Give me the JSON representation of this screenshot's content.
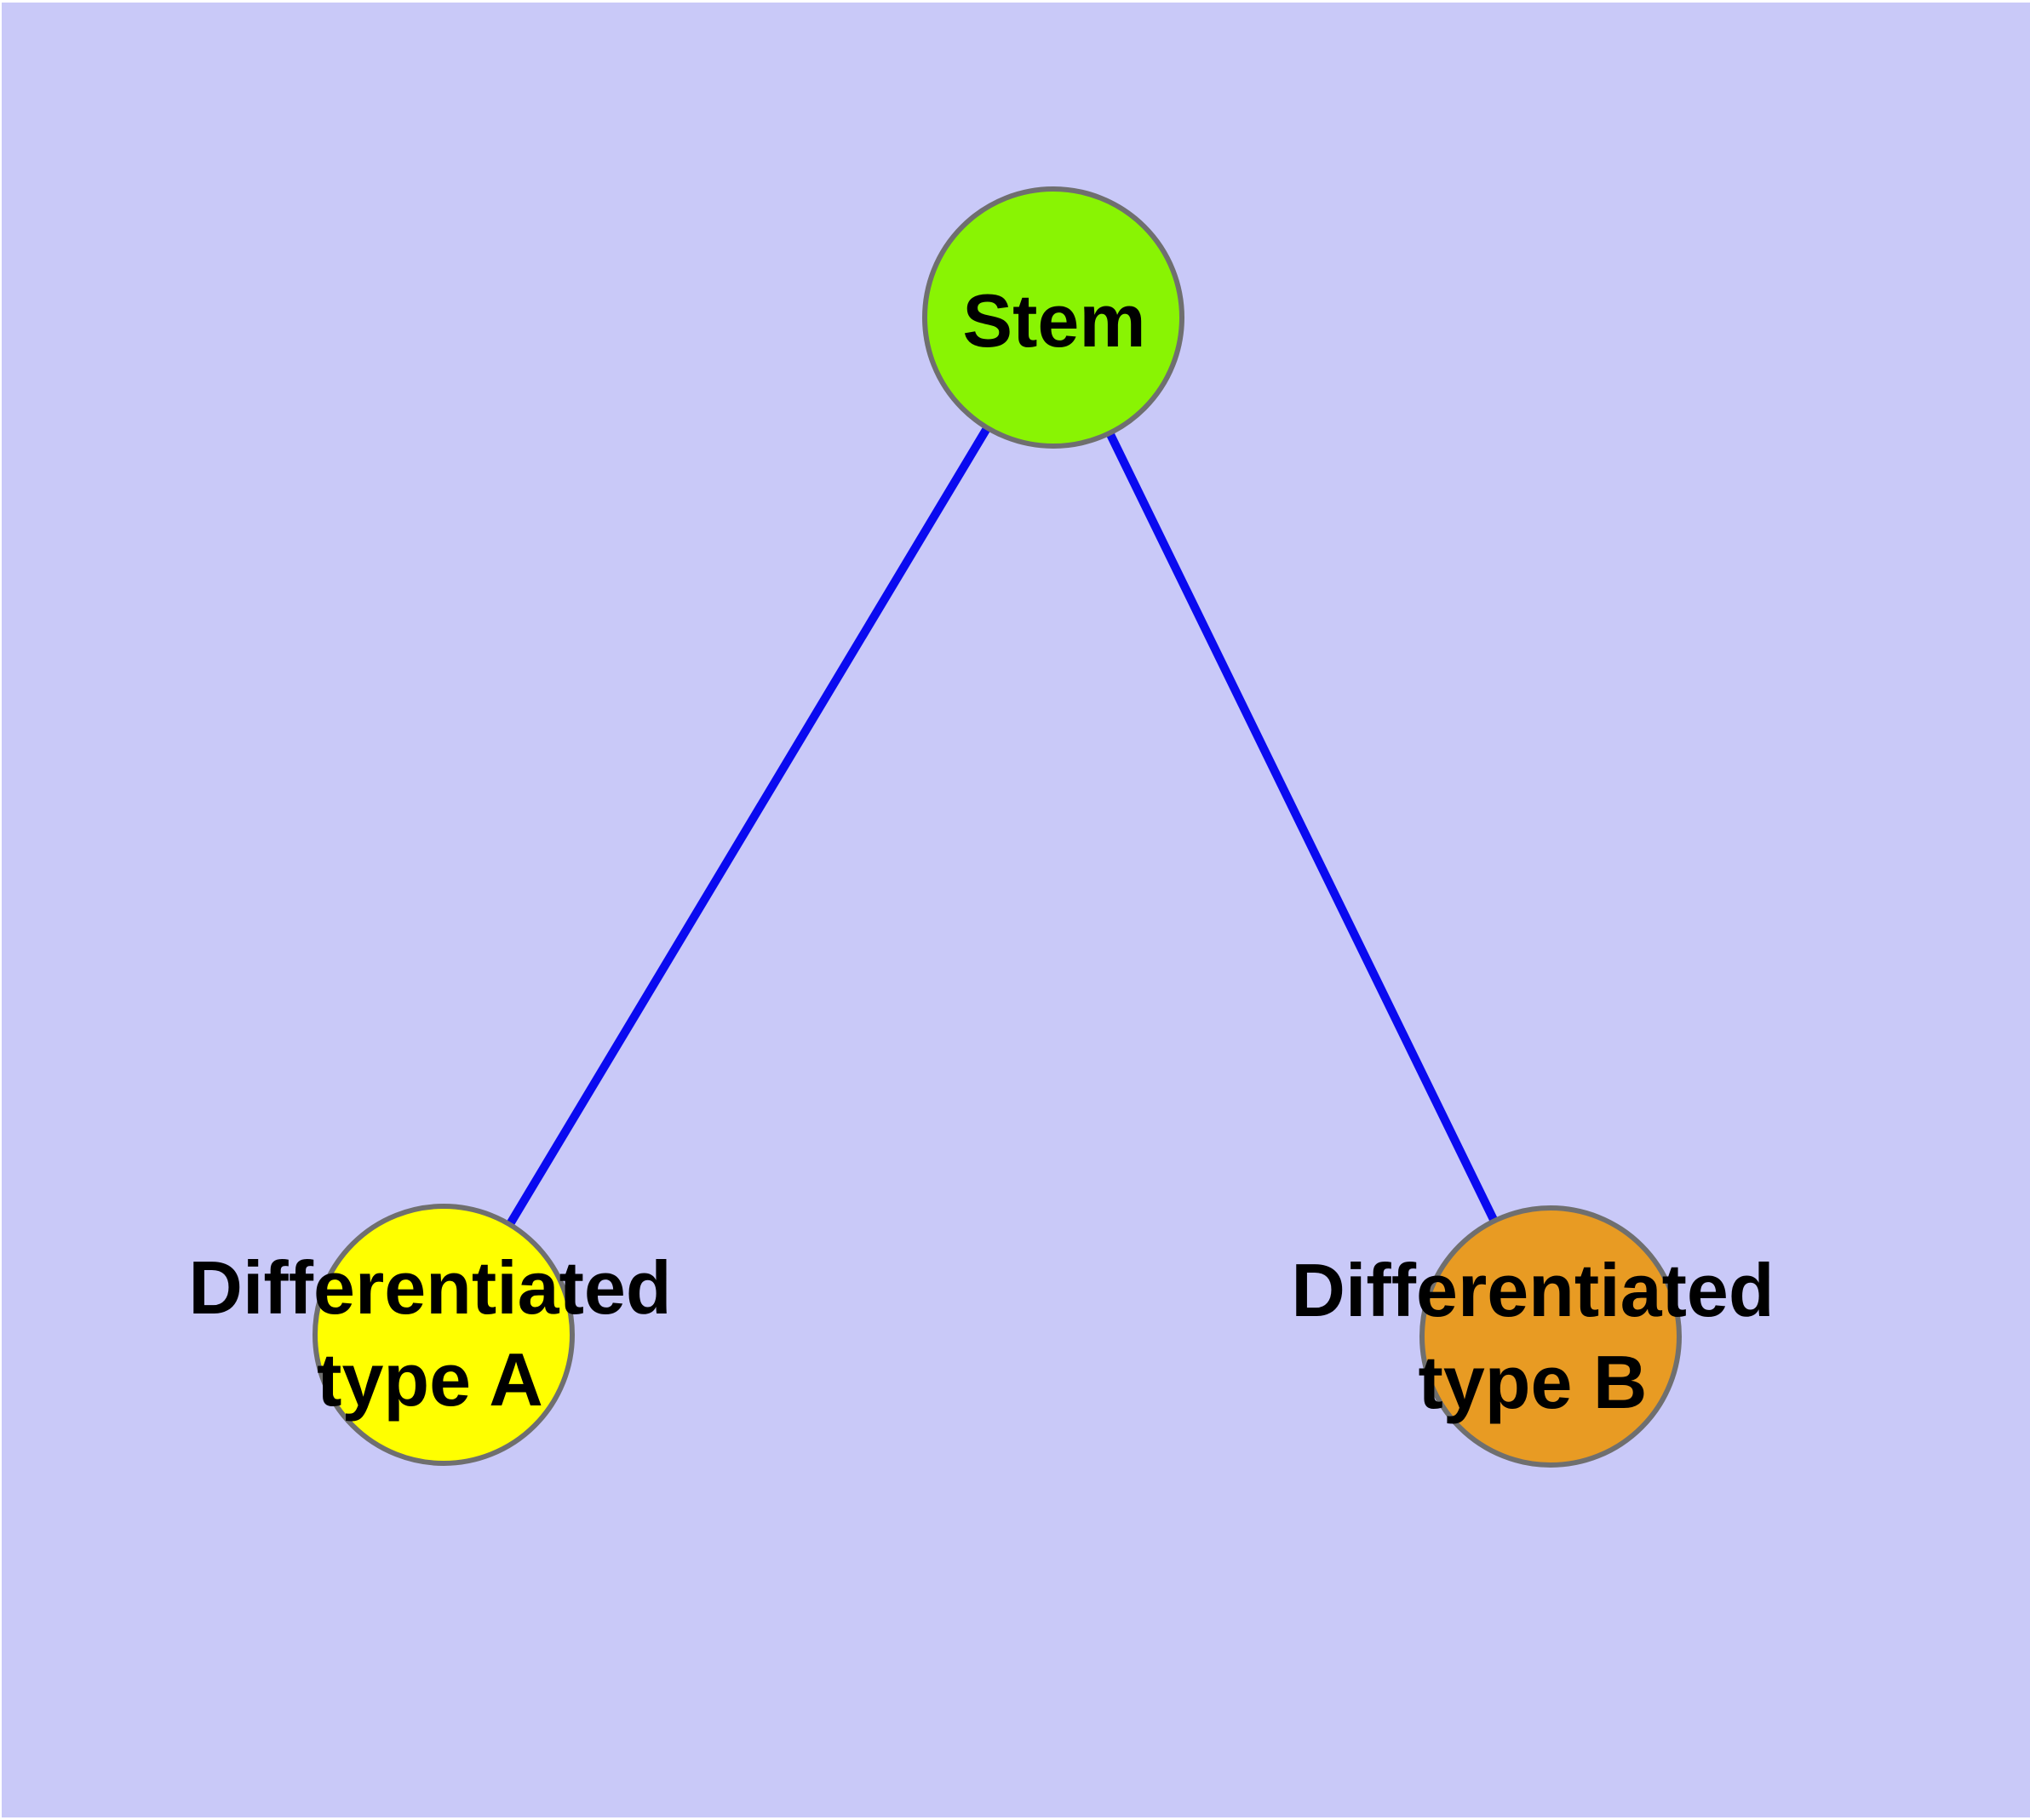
{
  "figure": {
    "type": "node-link-diagram",
    "background_color": "#C9C9F8",
    "margin_color": "#FFFFFF",
    "edge_color": "#0A0AF0",
    "node_border_color": "#6F6F6F",
    "label_color": "#000000",
    "nodes": [
      {
        "id": "stem",
        "label": "Stem",
        "fill": "#89F403"
      },
      {
        "id": "differentiated-type-a",
        "label": "Differentiated\ntype A",
        "fill": "#FFFF00"
      },
      {
        "id": "differentiated-type-b",
        "label": "Differentiated\ntype B",
        "fill": "#E89B23"
      }
    ],
    "edges": [
      {
        "from": "stem",
        "to": "differentiated-type-a"
      },
      {
        "from": "stem",
        "to": "differentiated-type-b"
      }
    ]
  }
}
